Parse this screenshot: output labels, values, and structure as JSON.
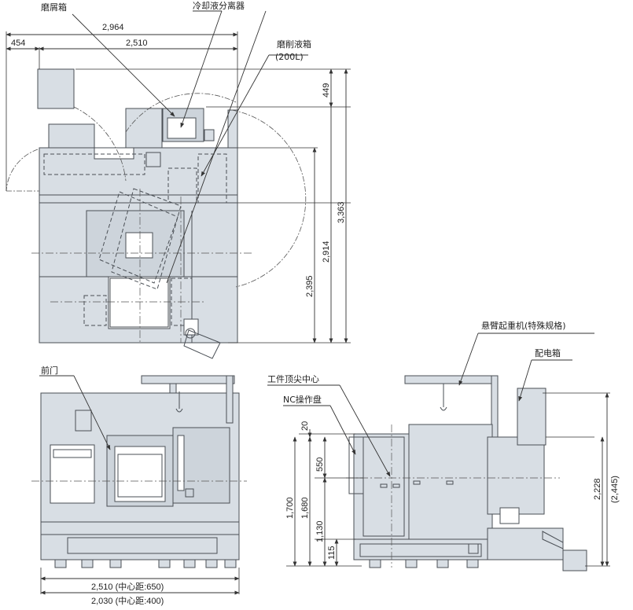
{
  "labels": {
    "chip_box": "磨屑箱",
    "coolant_separator": "冷却液分离器",
    "grinding_fluid_tank": "磨削液箱",
    "grinding_fluid_tank_capacity": "(200L)",
    "front_door": "前门",
    "cantilever_crane": "悬臂起重机(特殊规格)",
    "electrical_cabinet": "配电箱",
    "workpiece_center": "工件顶尖中心",
    "nc_panel": "NC操作盘"
  },
  "dimensions": {
    "top_total_width": "2,964",
    "top_left_offset": "454",
    "top_main_width": "2,510",
    "top_depth_449": "449",
    "top_depth_3363": "3,363",
    "top_depth_2914": "2,914",
    "top_depth_2395": "2,395",
    "front_width_2510": "2,510 (中心距:650)",
    "front_width_2030": "2,030 (中心距:400)",
    "side_20": "20",
    "side_550": "550",
    "side_1700": "1,700",
    "side_1680": "1,680",
    "side_1130": "1,130",
    "side_115": "115",
    "side_2228": "2,228",
    "side_2445": "(2,445)"
  }
}
